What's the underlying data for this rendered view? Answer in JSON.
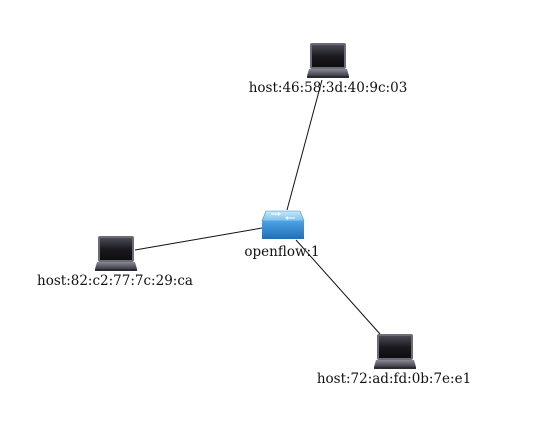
{
  "topology": {
    "nodes": [
      {
        "id": "switch",
        "type": "switch",
        "label": "openflow:1",
        "icon": "switch-icon"
      },
      {
        "id": "host1",
        "type": "host",
        "label": "host:46:58:3d:40:9c:03",
        "icon": "laptop-icon"
      },
      {
        "id": "host2",
        "type": "host",
        "label": "host:82:c2:77:7c:29:ca",
        "icon": "laptop-icon"
      },
      {
        "id": "host3",
        "type": "host",
        "label": "host:72:ad:fd:0b:7e:e1",
        "icon": "laptop-icon"
      }
    ],
    "links": [
      {
        "from": "switch",
        "to": "host1"
      },
      {
        "from": "switch",
        "to": "host2"
      },
      {
        "from": "switch",
        "to": "host3"
      }
    ]
  },
  "colors": {
    "switch_top": "#9fd1f0",
    "switch_body": "#2f86d0",
    "laptop_screen": "#1b1b1f",
    "laptop_body": "#5a5a66"
  }
}
